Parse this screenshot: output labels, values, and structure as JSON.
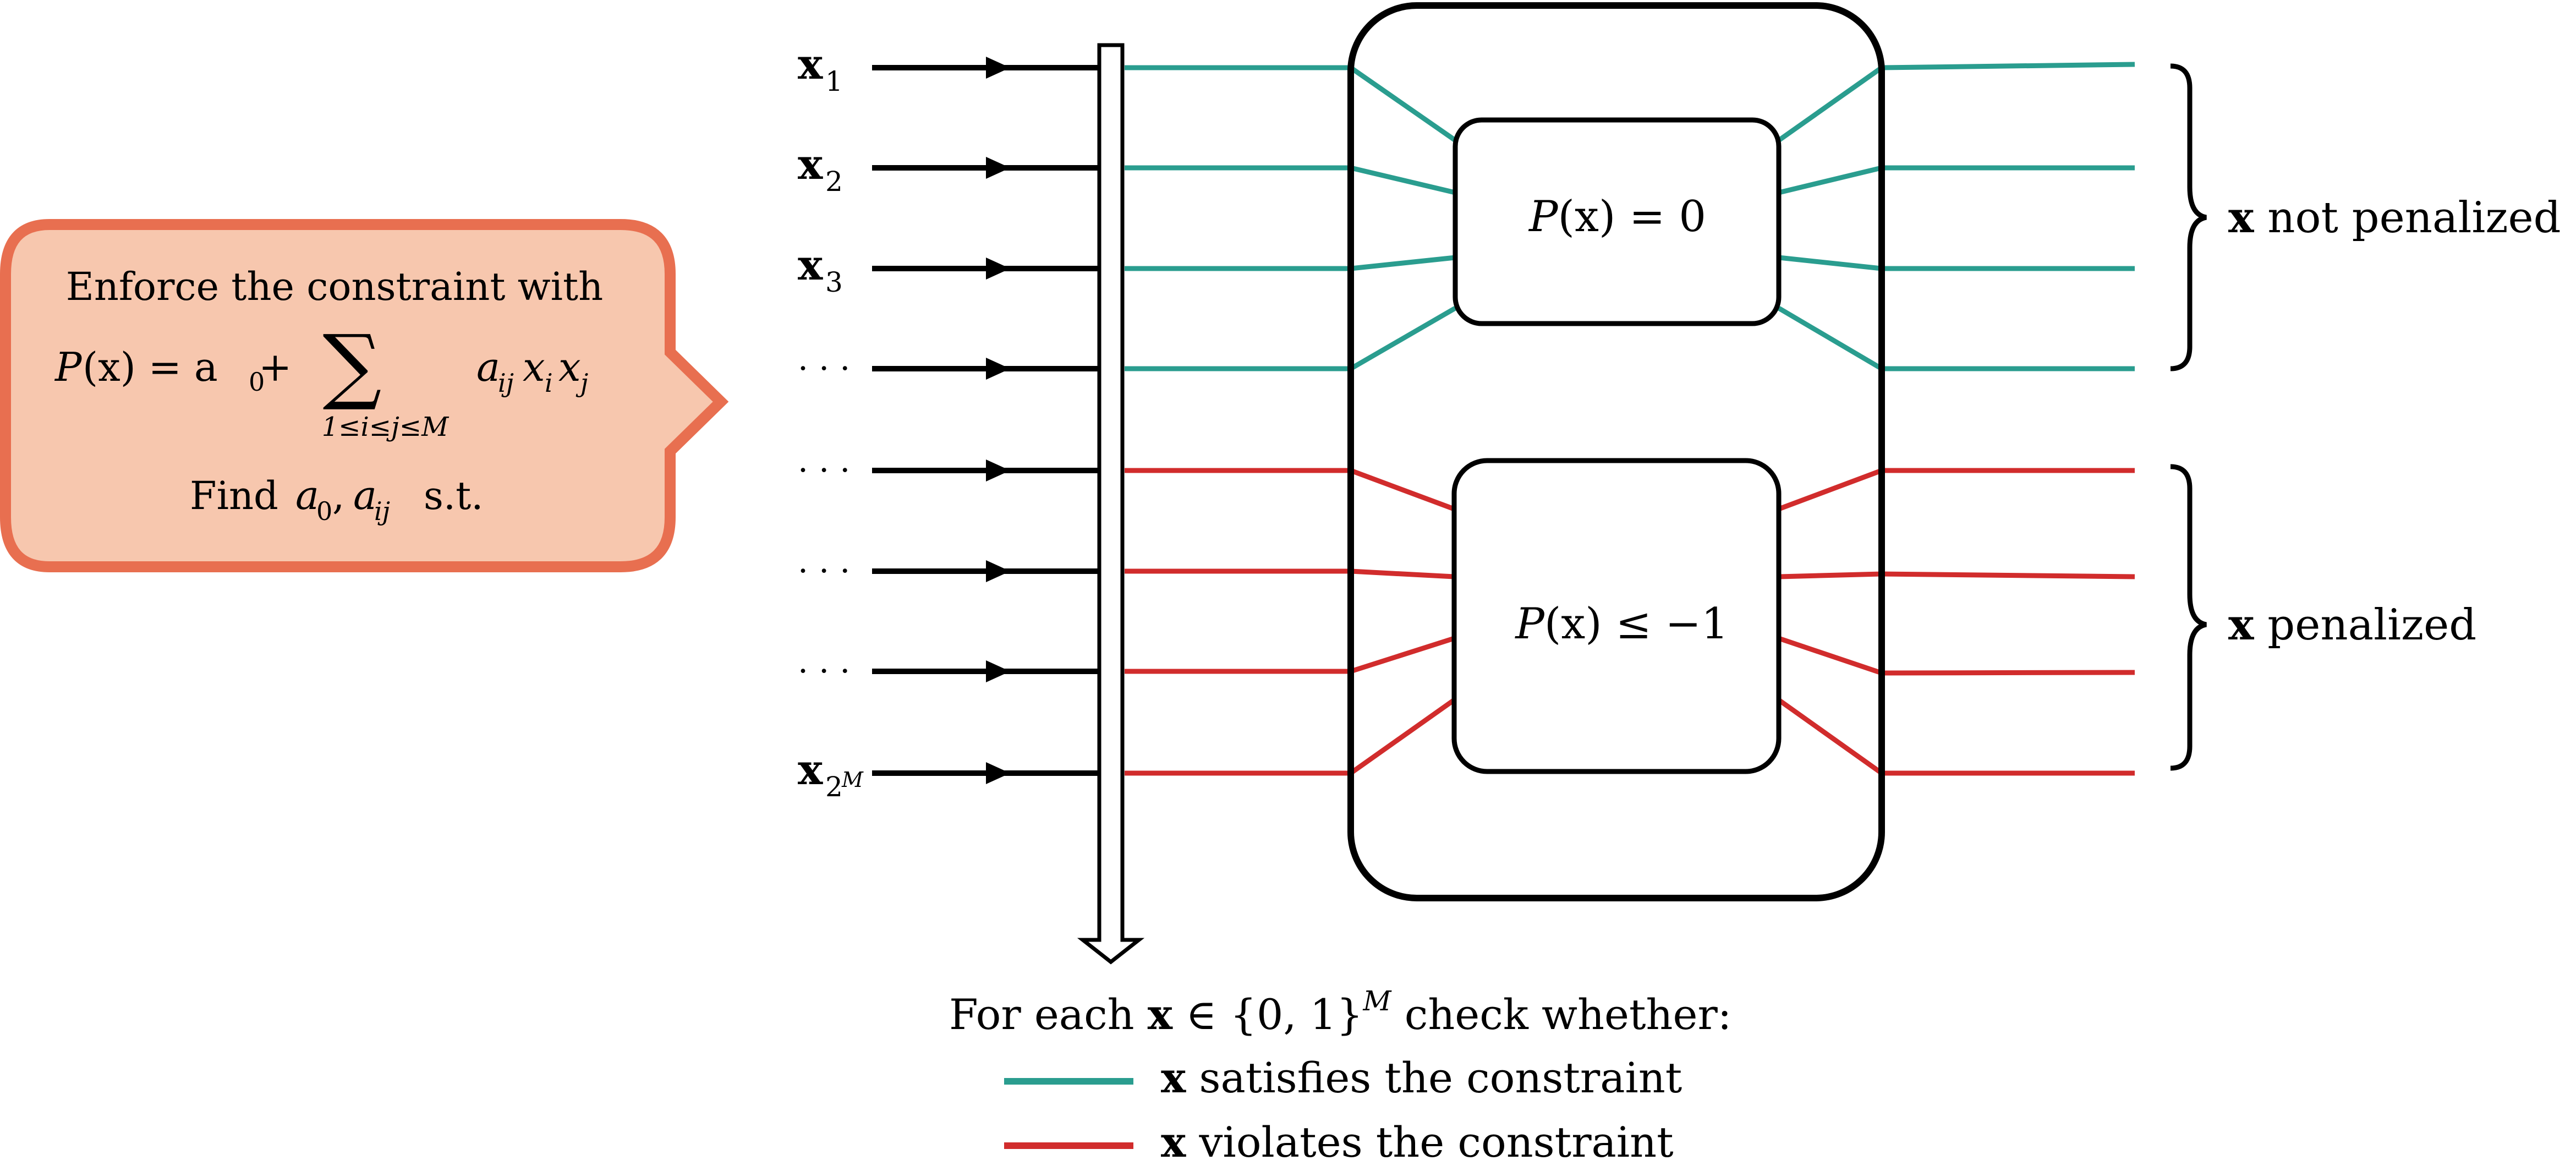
{
  "colors": {
    "satisfies": "#2a9d8f",
    "violates": "#d12c2c",
    "callout_fill": "#f7c7ae",
    "callout_border": "#e86f50",
    "stroke": "#000000"
  },
  "callout": {
    "line1": "Enforce the constraint with",
    "formula_lhs_P": "P",
    "formula_lhs_rest": "(x) = a",
    "formula_lhs_sub": "0",
    "formula_plus": " +",
    "sum_symbol": "∑",
    "sum_limits": "1≤i≤j≤M",
    "term_a": "a",
    "term_a_sub": "ij",
    "term_x1": "x",
    "term_x1_sub": "i",
    "term_x2": "x",
    "term_x2_sub": "j",
    "line3_find": "Find",
    "line3_a0": "a",
    "line3_a0_sub": "0",
    "line3_comma": ",",
    "line3_aij": "a",
    "line3_aij_sub": "ij",
    "line3_st": "s.t."
  },
  "inputs": [
    {
      "base": "x",
      "sub": "1",
      "sup": ""
    },
    {
      "base": "x",
      "sub": "2",
      "sup": ""
    },
    {
      "base": "x",
      "sub": "3",
      "sup": ""
    },
    {
      "base": "· · ·",
      "sub": "",
      "sup": ""
    },
    {
      "base": "· · ·",
      "sub": "",
      "sup": ""
    },
    {
      "base": "· · ·",
      "sub": "",
      "sup": ""
    },
    {
      "base": "· · ·",
      "sub": "",
      "sup": ""
    },
    {
      "base": "x",
      "sub": "2",
      "sup": "M"
    }
  ],
  "box_top": {
    "P": "P",
    "rest": "(x) = 0"
  },
  "box_bottom": {
    "P": "P",
    "rest": "(x) ≤ −1"
  },
  "brace_top_label": {
    "x": "x",
    "text": " not penalized"
  },
  "brace_bottom_label": {
    "x": "x",
    "text": " penalized"
  },
  "bottom_text": {
    "pre": "For each ",
    "x": "x",
    "mid": " ∈ {0, 1}",
    "sup": "M",
    "post": " check whether:"
  },
  "legend": [
    {
      "x": "x",
      "text": " satisfies the constraint",
      "color": "#2a9d8f"
    },
    {
      "x": "x",
      "text": " violates the constraint",
      "color": "#d12c2c"
    }
  ]
}
